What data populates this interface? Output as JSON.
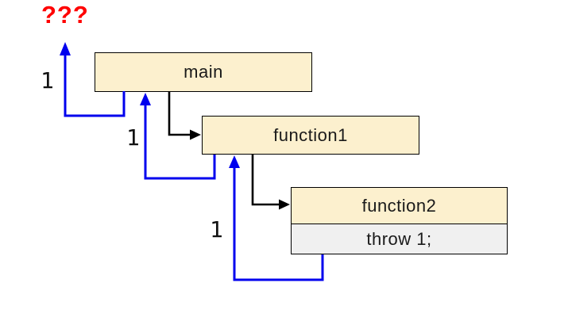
{
  "diagram": {
    "unhandled_label": "???",
    "frames": [
      {
        "label": "main"
      },
      {
        "label": "function1"
      },
      {
        "label": "function2",
        "body": "throw 1;"
      }
    ],
    "return_value_labels": [
      "1",
      "1",
      "1"
    ],
    "colors": {
      "background": "#FFFFFF",
      "frame_fill": "#FCF0CE",
      "frame_border": "#000000",
      "body_fill": "#F0F0F0",
      "call_arrow": "#000000",
      "return_arrow": "#0000EE",
      "unhandled_label_color": "#FF0000"
    }
  }
}
